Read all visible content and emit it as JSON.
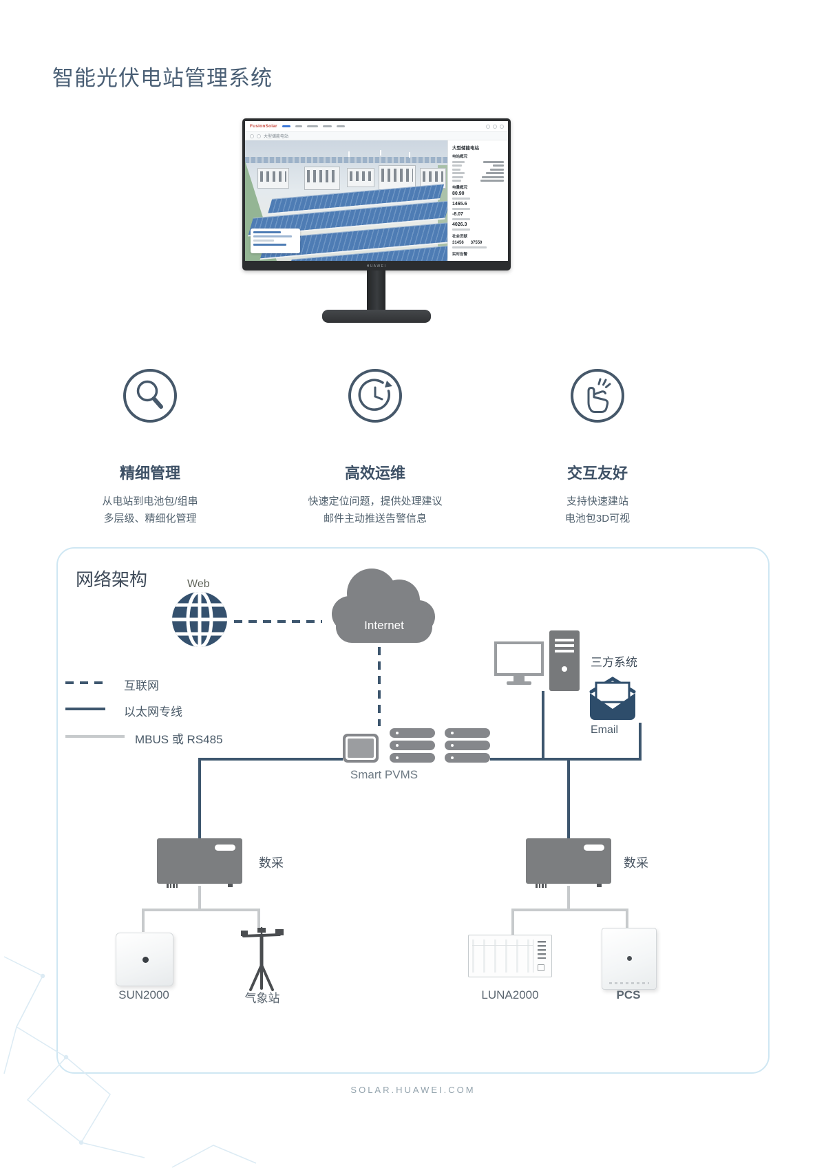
{
  "page": {
    "title": "智能光伏电站管理系统",
    "footer": "SOLAR.HUAWEI.COM"
  },
  "monitor": {
    "brand": "HUAWEI",
    "screen": {
      "logo": "FusionSolar",
      "breadcrumb": "大型储能电站",
      "panel": {
        "title": "大型储能电站",
        "section_overview": "电站概况",
        "section_energy": "电量概况",
        "section_social": "社会贡献",
        "section_alarm": "实时告警",
        "metrics": [
          {
            "value": "80.90"
          },
          {
            "value": "1465.6"
          },
          {
            "value": "-8.07"
          },
          {
            "value": "4026.3"
          }
        ],
        "social_values": [
          "31456",
          "37550"
        ]
      }
    }
  },
  "features": [
    {
      "icon": "magnifier-icon",
      "title": "精细管理",
      "line1": "从电站到电池包/组串",
      "line2": "多层级、精细化管理"
    },
    {
      "icon": "efficiency-icon",
      "title": "高效运维",
      "line1": "快速定位问题，提供处理建议",
      "line2": "邮件主动推送告警信息"
    },
    {
      "icon": "tap-icon",
      "title": "交互友好",
      "line1": "支持快速建站",
      "line2": "电池包3D可视"
    }
  ],
  "network": {
    "title": "网络架构",
    "legend": [
      {
        "style": "dashed-dark",
        "label": "互联网"
      },
      {
        "style": "solid-dark",
        "label": "以太网专线"
      },
      {
        "style": "solid-gray",
        "label": "MBUS 或 RS485"
      }
    ],
    "nodes": {
      "web": "Web",
      "internet": "Internet",
      "third_party": "三方系统",
      "email": "Email",
      "pvms": "Smart PVMS",
      "collector_left": "数采",
      "collector_right": "数采",
      "sun2000": "SUN2000",
      "weather": "气象站",
      "luna2000": "LUNA2000",
      "pcs": "PCS"
    },
    "colors": {
      "line_dark": "#3d566e",
      "line_gray": "#c7cacc",
      "box_border": "#cfe7f3",
      "icon_dark": "#35516e",
      "icon_gray": "#808285"
    }
  }
}
